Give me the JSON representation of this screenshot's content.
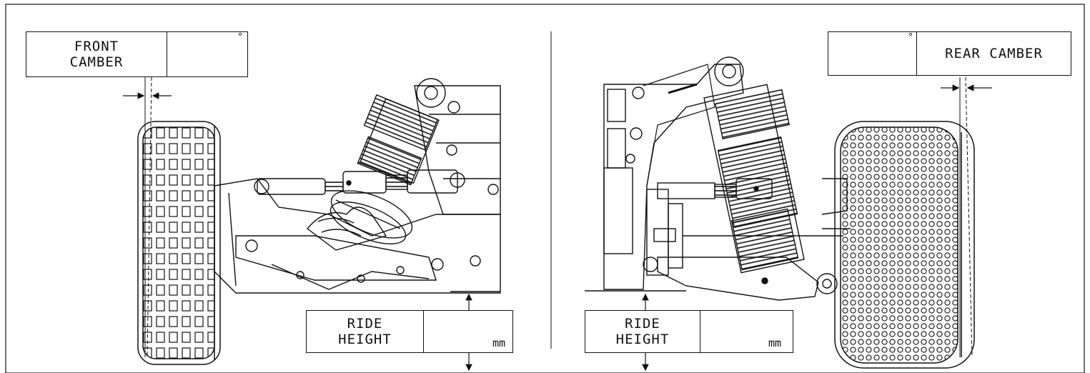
{
  "front_camber": {
    "label": "FRONT\nCAMBER",
    "unit": "°"
  },
  "rear_camber": {
    "label": "REAR CAMBER",
    "unit": "°"
  },
  "front_ride_height": {
    "label": "RIDE\nHEIGHT",
    "unit": "mm"
  },
  "rear_ride_height": {
    "label": "RIDE\nHEIGHT",
    "unit": "mm"
  },
  "icons": [
    "dimension-arrow-icon",
    "tire-icon",
    "shock-absorber-icon"
  ],
  "colors": {
    "line": "#111111",
    "paper": "#ffffff"
  }
}
